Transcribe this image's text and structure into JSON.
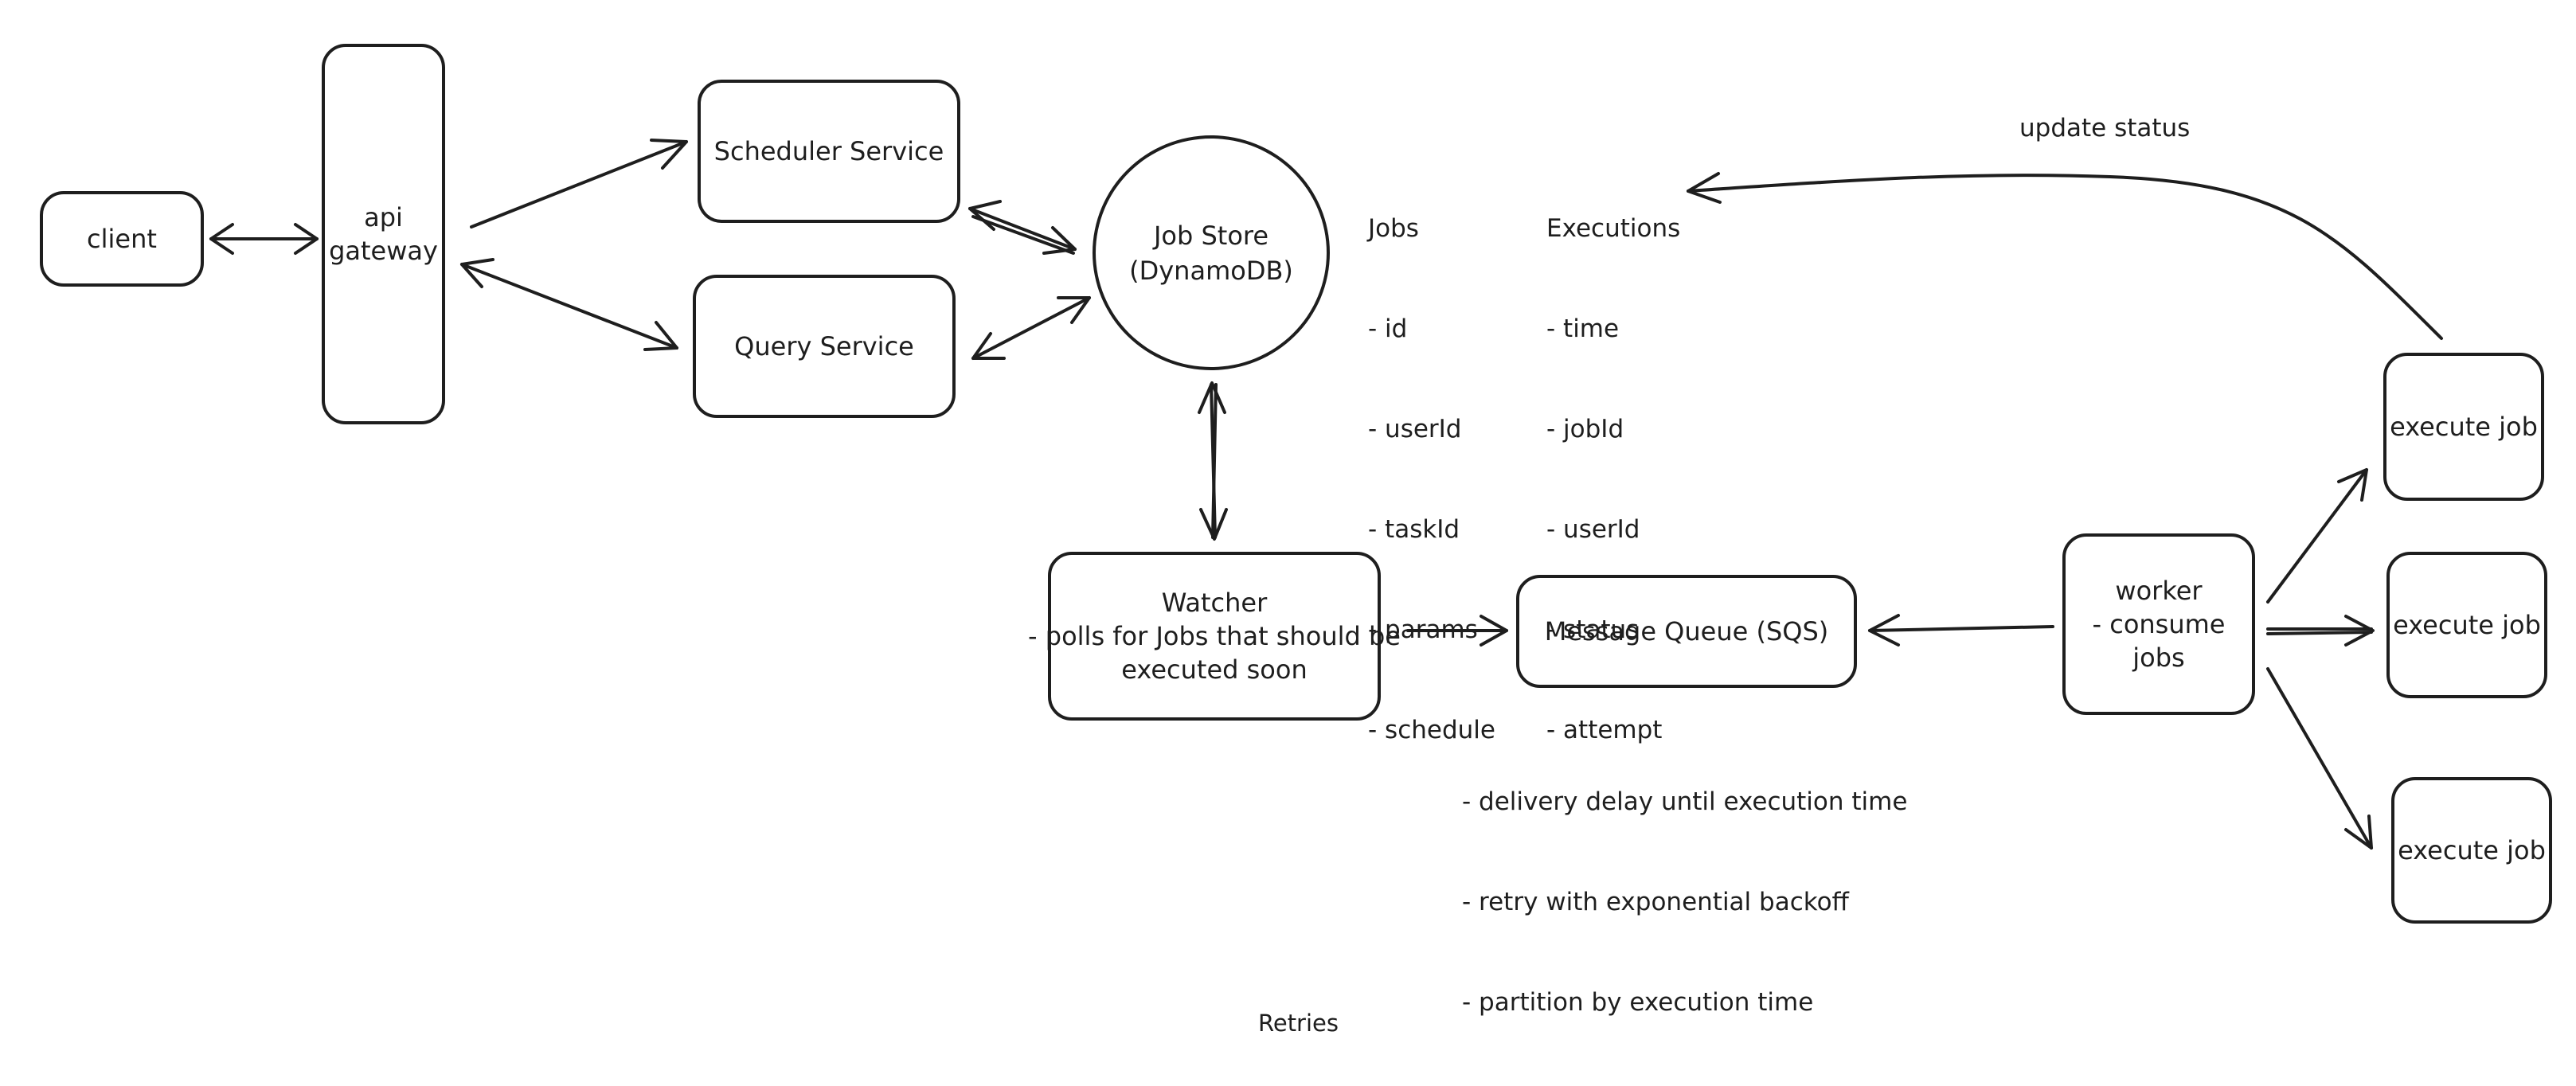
{
  "nodes": {
    "client": "client",
    "api_gateway": [
      "api",
      "gateway"
    ],
    "scheduler_service": "Scheduler Service",
    "query_service": "Query Service",
    "job_store": [
      "Job Store",
      "(DynamoDB)"
    ],
    "watcher": [
      "Watcher",
      "- polls for Jobs that should be",
      "executed soon"
    ],
    "message_queue": "Message Queue (SQS)",
    "worker": [
      "worker",
      "- consume jobs"
    ],
    "execute_job_1": "execute job",
    "execute_job_2": "execute job",
    "execute_job_3": "execute job"
  },
  "jobs_schema": {
    "title": "Jobs",
    "fields": [
      "- id",
      "- userId",
      "- taskId",
      "- params",
      "- schedule"
    ]
  },
  "executions_schema": {
    "title": "Executions",
    "fields": [
      "- time",
      "- jobId",
      "- userId",
      "- status",
      "- attempt"
    ]
  },
  "queue_notes": [
    "- delivery delay until execution time",
    "- retry with exponential backoff",
    "- partition by execution time"
  ],
  "labels": {
    "update_status": "update status",
    "retries": "Retries"
  }
}
